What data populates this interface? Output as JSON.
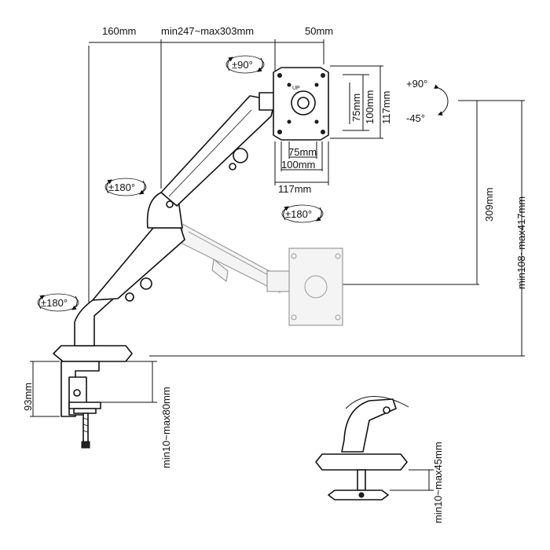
{
  "dimensions": {
    "base_depth": "160mm",
    "arm_reach": "min247~max303mm",
    "head_depth": "50mm",
    "vesa_75": "75mm",
    "vesa_100": "100mm",
    "vesa_117": "117mm",
    "arm_lift": "309mm",
    "height_range": "min108~max417mm",
    "clamp_height": "93mm",
    "clamp_range": "min10~max80mm",
    "grommet_range": "min10~max45mm"
  },
  "rotations": {
    "head_rotate": "±90°",
    "tilt_up": "+90°",
    "tilt_down": "-45°",
    "joint_upper": "±180°",
    "joint_head": "±180°",
    "joint_base": "±180°"
  },
  "vesa_marking": "UP"
}
